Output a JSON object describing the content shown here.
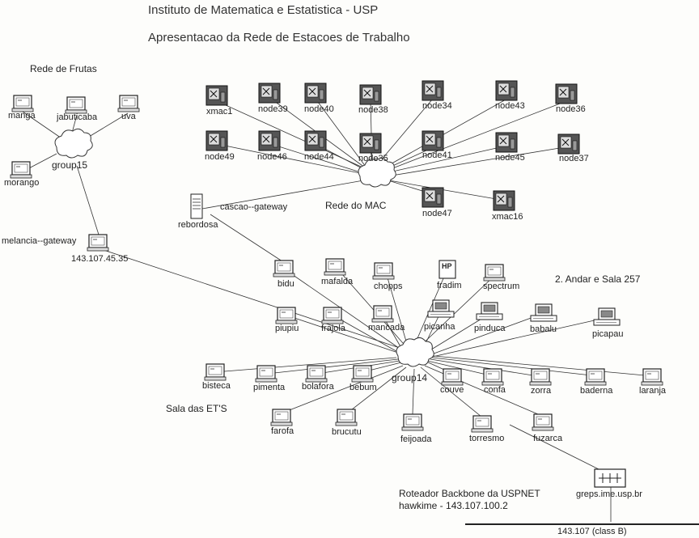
{
  "header": {
    "title": "Instituto de Matematica e Estatistica - USP",
    "subtitle": "Apresentacao da Rede de Estacoes de Trabalho"
  },
  "sections": {
    "frutas": "Rede de Frutas",
    "mac": "Rede do MAC",
    "andar": "2. Andar e Sala 257",
    "ets": "Sala das ET'S"
  },
  "gateways": {
    "cascao": "cascao--gateway",
    "melancia": "melancia--gateway",
    "melancia_ip": "143.107.45.35"
  },
  "hubs": {
    "group15": "group15",
    "group14": "group14"
  },
  "router": {
    "line1": "Roteador Backbone da USPNET",
    "line2": "hawkime - 143.107.100.2",
    "name": "greps.ime.usp.br",
    "backbone": "143.107 (class B)"
  },
  "nodes": {
    "manga": "manga",
    "jabuticaba": "jabuticaba",
    "uva": "uva",
    "morango": "morango",
    "xmac1": "xmac1",
    "node39": "node39",
    "node40": "node40",
    "node38": "node38",
    "node34": "node34",
    "node43": "node43",
    "node36": "node36",
    "node49": "node49",
    "node46": "node46",
    "node44": "node44",
    "node35": "node35",
    "node41": "node41",
    "node45": "node45",
    "node37": "node37",
    "node47": "node47",
    "xmac16": "xmac16",
    "rebordosa": "rebordosa",
    "bidu": "bidu",
    "mafalda": "mafalda",
    "chopps": "chopps",
    "fradim": "fradim",
    "spectrum": "spectrum",
    "piupiu": "piupiu",
    "frajola": "frajola",
    "mancada": "mancada",
    "picanha": "picanha",
    "pinduca": "pinduca",
    "babalu": "babalu",
    "picapau": "picapau",
    "bisteca": "bisteca",
    "pimenta": "pimenta",
    "bolafora": "bolafora",
    "bebum": "bebum",
    "couve": "couve",
    "confa": "confa",
    "zorra": "zorra",
    "baderna": "baderna",
    "laranja": "laranja",
    "farofa": "farofa",
    "brucutu": "brucutu",
    "feijoada": "feijoada",
    "torresmo": "torresmo",
    "fuzarca": "fuzarca"
  },
  "printer_mark": "HP"
}
